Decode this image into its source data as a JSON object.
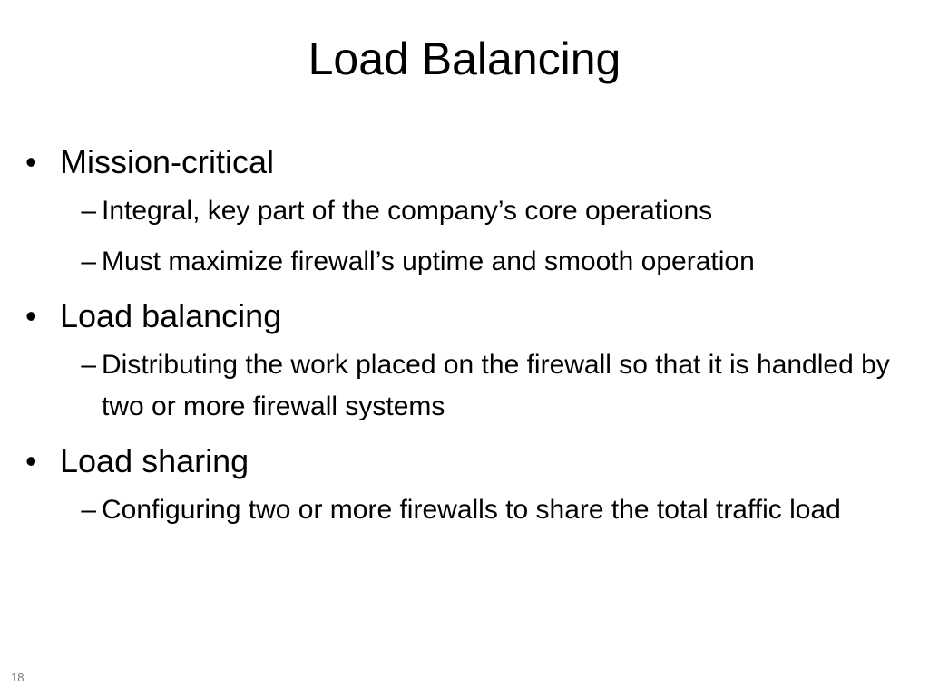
{
  "slide": {
    "title": "Load Balancing",
    "page_number": "18",
    "bullet_glyph": "•",
    "dash_glyph": "–",
    "items": [
      {
        "text": "Mission-critical",
        "subitems": [
          "Integral, key part of the company’s core operations",
          "Must maximize firewall’s uptime and smooth operation"
        ]
      },
      {
        "text": "Load balancing",
        "subitems": [
          "Distributing the work placed on the firewall so that it is handled by two or more firewall systems"
        ]
      },
      {
        "text": "Load sharing",
        "subitems": [
          "Configuring two or more firewalls to share the total traffic load"
        ]
      }
    ]
  }
}
